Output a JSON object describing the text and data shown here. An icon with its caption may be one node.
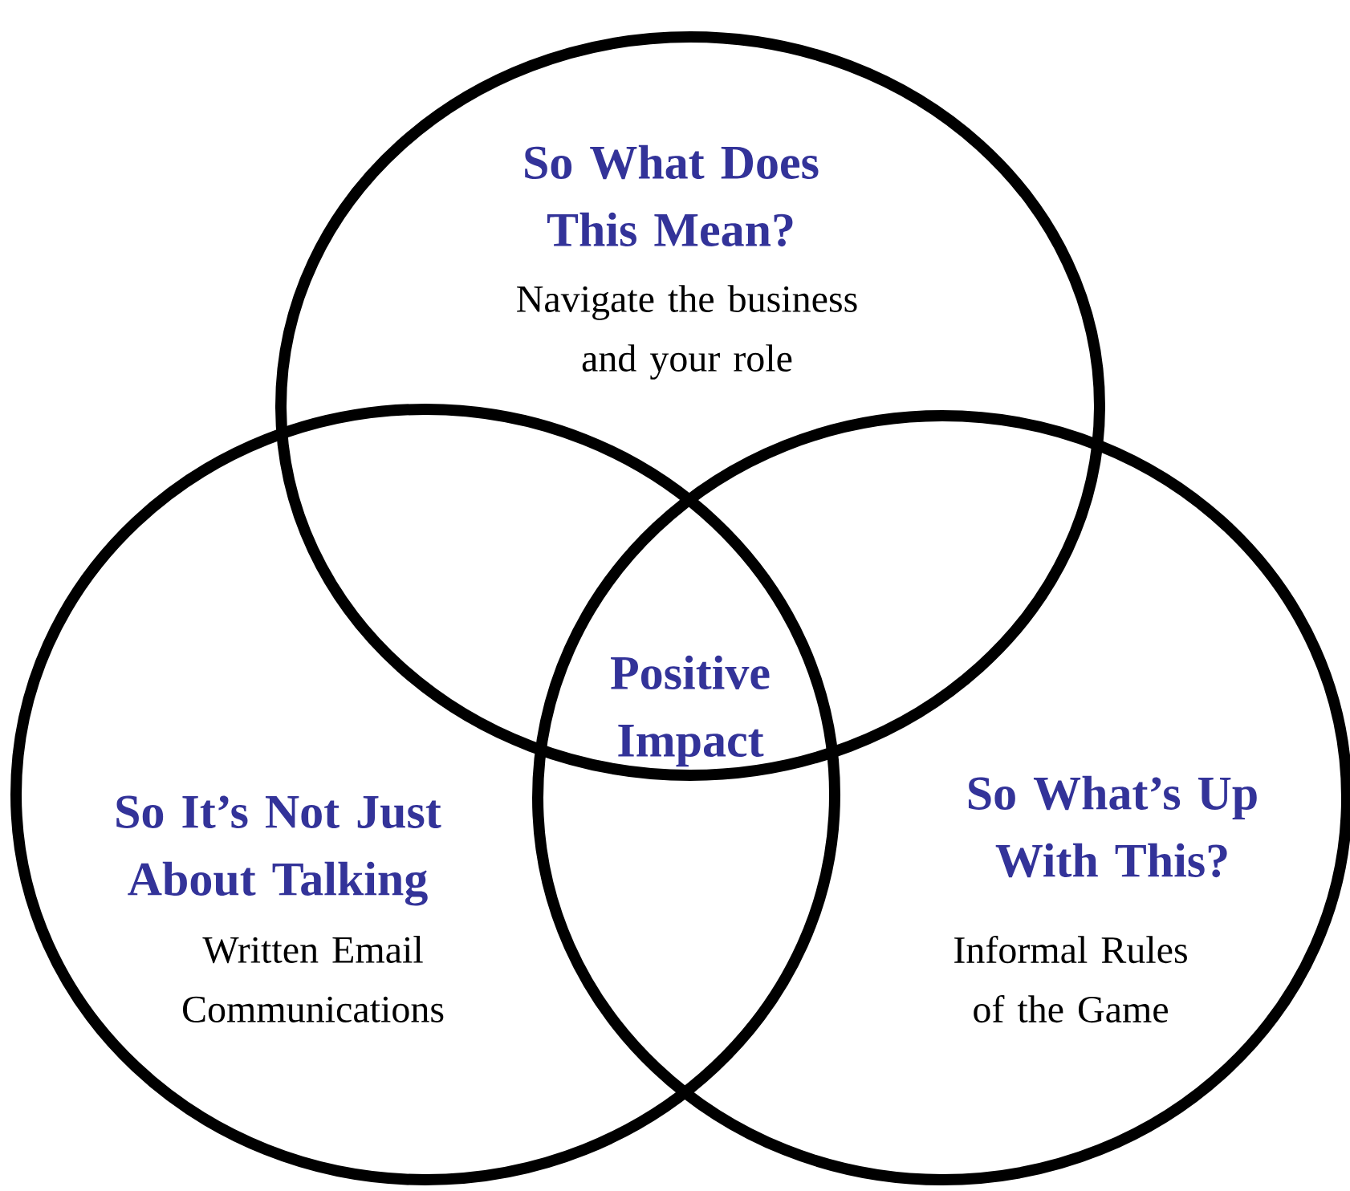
{
  "diagram": {
    "nodes": [
      {
        "text": [
          "So What Does This Mean?",
          "Navigate the business and your role"
        ]
      },
      {
        "text": [
          "So It’s Not Just About Talking",
          "Written Email Communications"
        ]
      },
      {
        "text": [
          "So What’s Up With This?",
          "Informal Rules of the Game"
        ]
      }
    ],
    "labels": [
      "Positive Impact"
    ]
  }
}
